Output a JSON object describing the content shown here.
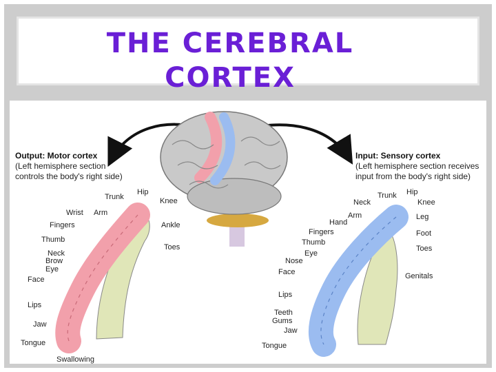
{
  "title": {
    "line1": "THE CEREBRAL",
    "line2": "CORTEX"
  },
  "colors": {
    "title": "#6a1fd6",
    "motor_strip": "#f2a0ab",
    "sensory_strip": "#9bbcf0",
    "brain": "#c9c9c9",
    "white_matter": "#e0e6b8"
  },
  "motor": {
    "heading": "Output: Motor cortex",
    "sub1": "(Left hemisphere section",
    "sub2": "controls the body's right side)",
    "labels": [
      "Trunk",
      "Hip",
      "Knee",
      "Wrist",
      "Arm",
      "Fingers",
      "Ankle",
      "Thumb",
      "Toes",
      "Neck",
      "Brow",
      "Eye",
      "Face",
      "Lips",
      "Jaw",
      "Tongue",
      "Swallowing"
    ]
  },
  "sensory": {
    "heading": "Input: Sensory cortex",
    "sub1": "(Left hemisphere section receives",
    "sub2": "input from the body's right side)",
    "labels": [
      "Hip",
      "Trunk",
      "Neck",
      "Knee",
      "Arm",
      "Leg",
      "Hand",
      "Fingers",
      "Foot",
      "Thumb",
      "Toes",
      "Eye",
      "Nose",
      "Face",
      "Genitals",
      "Lips",
      "Teeth",
      "Gums",
      "Jaw",
      "Tongue"
    ]
  }
}
